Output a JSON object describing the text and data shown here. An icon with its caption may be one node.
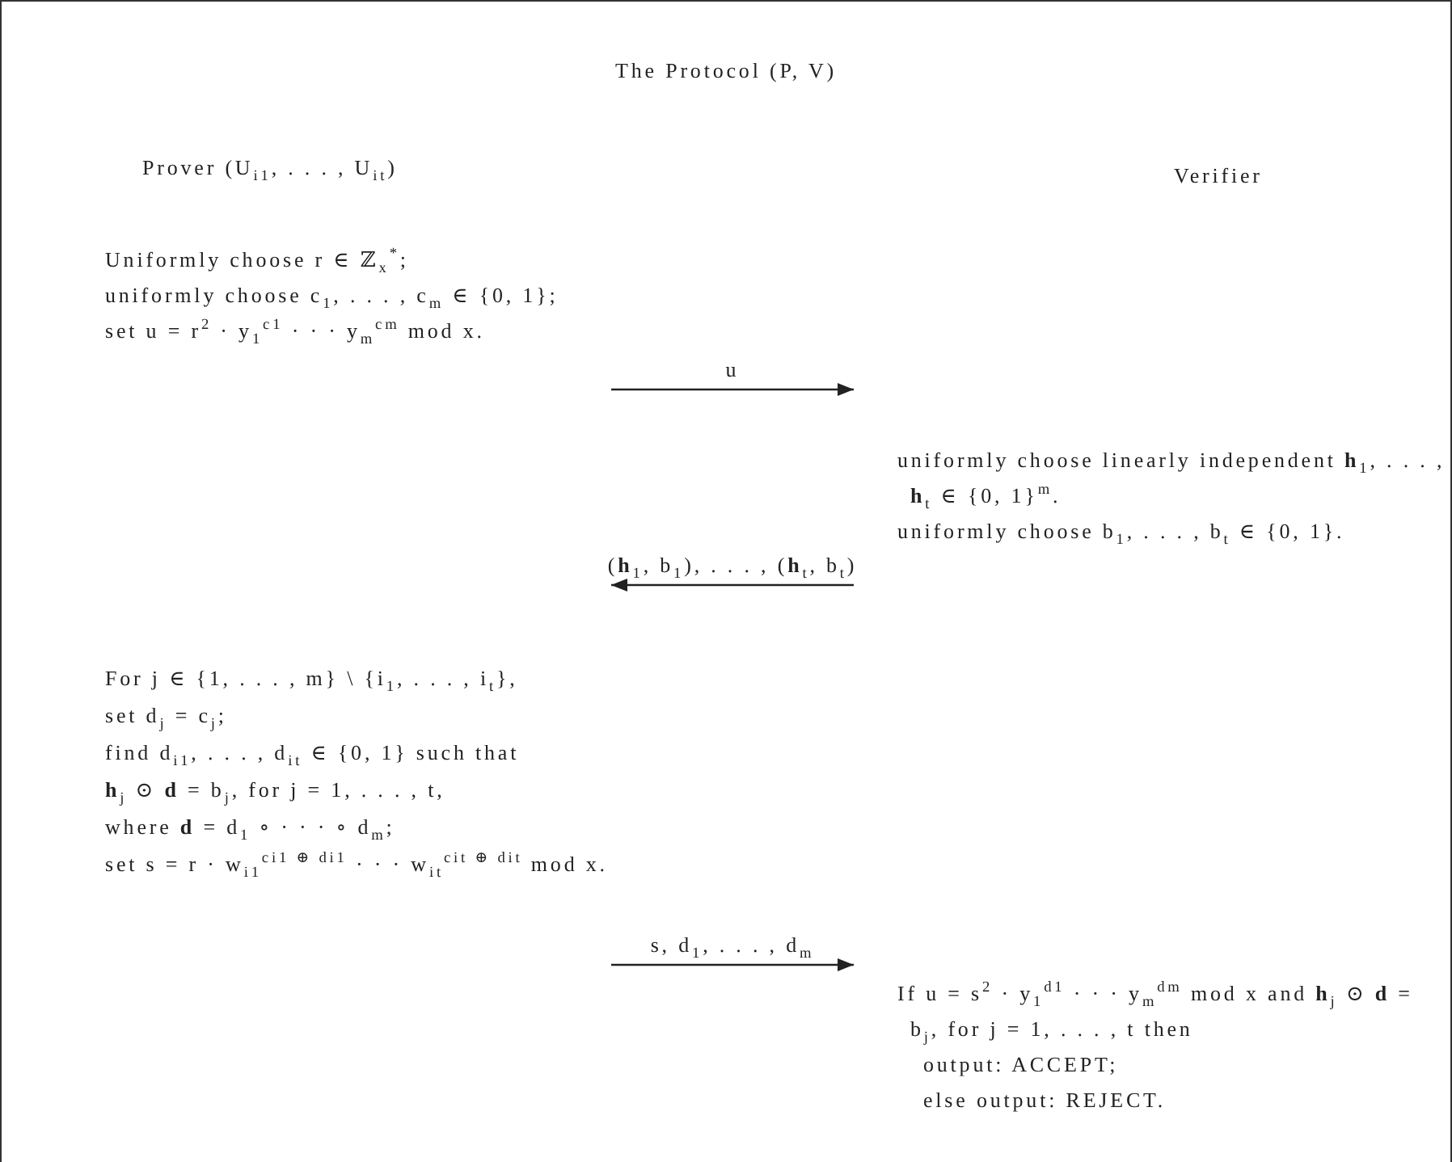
{
  "diagram": {
    "title": "The Protocol (P, V)",
    "nodes": [
      {
        "text": [
          "Uniformly choose r ∈ ℤ$_{x}$$^{*}$;",
          "uniformly choose c$_{1}$, . . . , c$_{m}$ ∈ {0, 1};",
          "set u = r$^{2}$ · y$_{1}$$^{c1}$ · · · y$_{m}$$^{cm}$ mod x."
        ]
      },
      {
        "text": [
          "uniformly choose linearly independent **h**$_{1}$, . . . , **h**$_{t}$ ∈ {0, 1}$^{m}$.",
          "uniformly choose b$_{1}$, . . . , b$_{t}$ ∈ {0, 1}."
        ]
      },
      {
        "text": [
          "For j ∈ {1, . . . , m} \\ {i$_{1}$, . . . , i$_{t}$},",
          "set d$_{j}$ = c$_{j}$;",
          "find d$_{i1}$, . . . , d$_{it}$ ∈ {0, 1} such that",
          "**h**$_{j}$ ⊙ **d** = b$_{j}$, for j = 1, . . . , t,",
          "where **d** = d$_{1}$ ∘ · · · ∘ d$_{m}$;",
          "set s = r · w$_{i1}$$^{ci1 ⊕ di1}$ · · · w$_{it}$$^{cit ⊕ dit}$ mod x."
        ]
      },
      {
        "text": [
          "If u = s$^{2}$ · y$_{1}$$^{d1}$ · · · y$_{m}$$^{dm}$ mod x and **h**$_{j}$ ⊙ **d** = b$_{j}$, for j = 1, . . . , t then",
          "output: ACCEPT;",
          "else output: REJECT."
        ]
      }
    ],
    "edges": [
      {
        "from": 0,
        "to": 1,
        "arrow": "to",
        "label": "u"
      },
      {
        "from": 1,
        "to": 2,
        "arrow": "to",
        "label": "(**h**$_{1}$, b$_{1}$), . . . , (**h**$_{t}$, b$_{t}$)"
      },
      {
        "from": 2,
        "to": 3,
        "arrow": "to",
        "label": "s, d$_{1}$, . . . , d$_{m}$"
      }
    ],
    "labels": [
      "Prover (U$_{i1}$, . . . , U$_{it}$)",
      "Verifier"
    ]
  }
}
